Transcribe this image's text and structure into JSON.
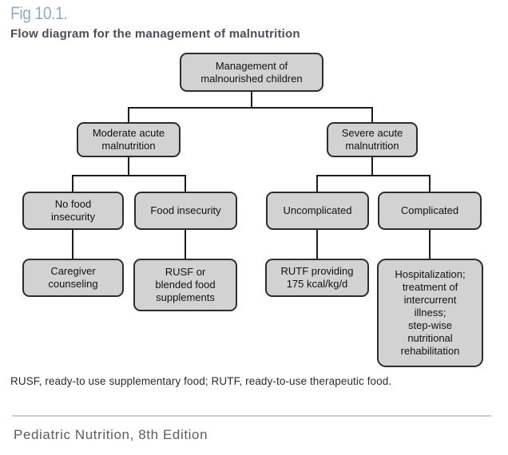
{
  "figure": {
    "fig_label": "Fig 10.1.",
    "title": "Flow diagram for the management of malnutrition"
  },
  "nodes": {
    "root": "Management of\nmalnourished children",
    "moderate": "Moderate acute\nmalnutrition",
    "severe": "Severe acute\nmalnutrition",
    "no_food_insecurity": "No food\ninsecurity",
    "food_insecurity": "Food insecurity",
    "uncomplicated": "Uncomplicated",
    "complicated": "Complicated",
    "caregiver_counseling": "Caregiver\ncounseling",
    "rusf": "RUSF or\nblended food\nsupplements",
    "rutf": "RUTF providing\n175 kcal/kg/d",
    "hospitalization": "Hospitalization;\ntreatment of\nintercurrent\nillness;\nstep-wise\nnutritional\nrehabilitation"
  },
  "footnote": "RUSF, ready-to use supplementary food; RUTF, ready-to-use therapeutic food.",
  "footer": "Pediatric Nutrition, 8th Edition",
  "colors": {
    "box_fill": "#d2d2d2",
    "box_border": "#2d2d2d",
    "connector": "#1c1c1c",
    "fig_label": "#94abbd",
    "title": "#4c4e57",
    "footer_text": "#5a5e63",
    "divider": "#cccccc",
    "footnote_text": "#2b2b2b"
  }
}
